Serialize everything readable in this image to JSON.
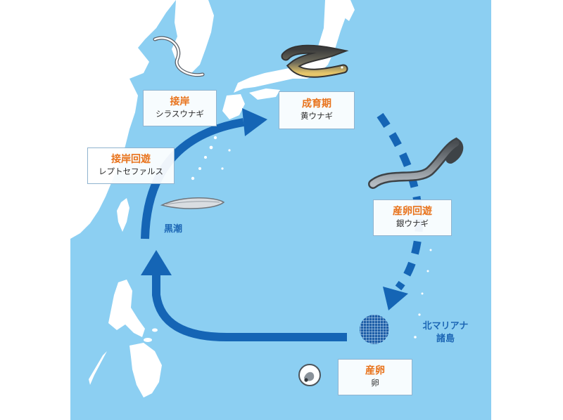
{
  "stages": {
    "settle": {
      "title": "接岸",
      "subtitle": "シラスウナギ"
    },
    "grow": {
      "title": "成育期",
      "subtitle": "黄ウナギ"
    },
    "migrate": {
      "title": "産卵回遊",
      "subtitle": "銀ウナギ"
    },
    "spawn": {
      "title": "産卵",
      "subtitle": "卵"
    },
    "approach": {
      "title": "接岸回遊",
      "subtitle": "レプトセファルス"
    }
  },
  "labels": {
    "current": "黒潮",
    "islands": "北マリアナ\n諸島"
  },
  "colors": {
    "sea": "#8ccff2",
    "land": "#ffffff",
    "arrow": "#1565b5",
    "stage_title": "#e8731c"
  },
  "icons": [
    "glass-eel-icon",
    "yellow-eel-icon",
    "silver-eel-icon",
    "leptocephalus-icon",
    "egg-icon",
    "spawning-area-icon"
  ]
}
